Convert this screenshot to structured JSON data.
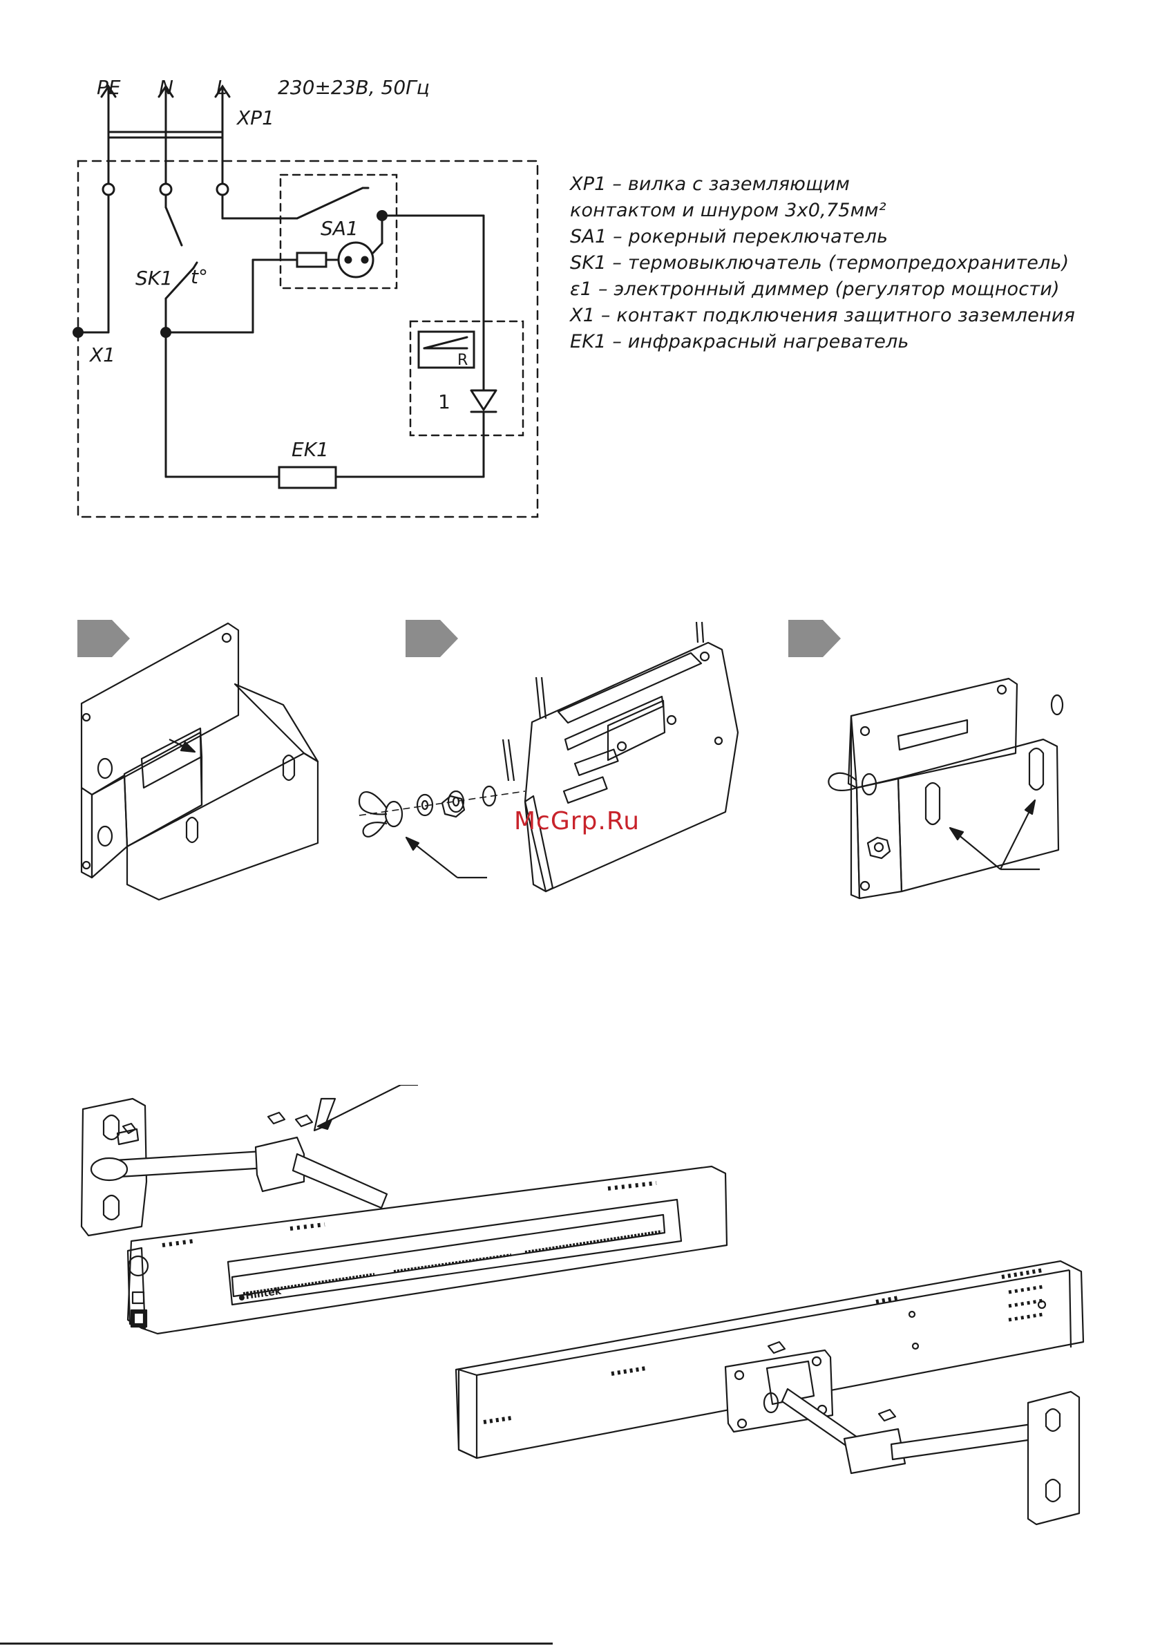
{
  "schematic": {
    "terminals": {
      "pe": "PE",
      "n": "N",
      "l": "L"
    },
    "supply": "230±23В, 50Гц",
    "labels": {
      "xp1": "XP1",
      "sa1": "SA1",
      "sk1": "SK1",
      "thermo": "t°",
      "x1": "X1",
      "ek1": "EK1",
      "dimmer_r": "R",
      "dimmer_num": "1"
    }
  },
  "legend": [
    "XP1 – вилка с заземляющим",
    "контактом и шнуром 3х0,75мм²",
    "SA1 – рокерный переключатель",
    "SK1 – термовыключатель (термопредохранитель)",
    "ε1 – электронный диммер (регулятор мощности)",
    "X1 – контакт подключения защитного заземления",
    "EK1 – инфракрасный нагреватель"
  ],
  "watermark": "McGrp.Ru",
  "brand_label": "Hintek",
  "colors": {
    "line": "#1a1a1a",
    "step_tag": "#8c8c8c",
    "watermark": "#c8232b"
  }
}
